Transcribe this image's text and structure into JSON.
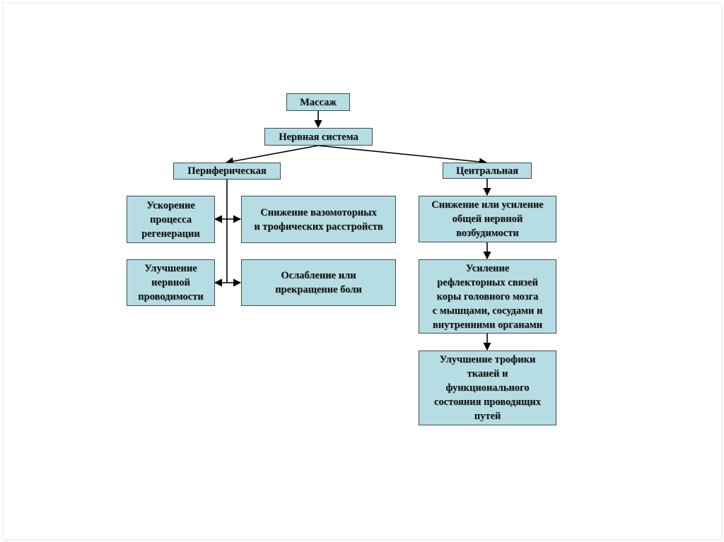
{
  "diagram": {
    "nodes": {
      "massage": "Массаж",
      "nervous_system": "Нервная система",
      "peripheral": "Периферическая",
      "central": "Центральная",
      "regeneration": "Ускорение\nпроцесса\nрегенерации",
      "vasomotor": "Снижение вазомоторных\nи трофических расстройств",
      "conductivity": "Улучшение\nнервной\nпроводимости",
      "pain": "Ослабление или\nпрекращение боли",
      "excitability": "Снижение или усиление\nобщей нервной\nвозбудимости",
      "reflex": "Усиление\nрефлекторных связей\nкоры головного мозга\nс мышцами, сосудами и\nвнутренними органами",
      "trophic": "Улучшение трофики\nтканей и\nфункционального\nсостояния проводящих\nпутей"
    },
    "edges": [
      {
        "from": "massage",
        "to": "nervous_system"
      },
      {
        "from": "nervous_system",
        "to": "peripheral"
      },
      {
        "from": "nervous_system",
        "to": "central"
      },
      {
        "from": "peripheral",
        "to": "regeneration"
      },
      {
        "from": "peripheral",
        "to": "vasomotor"
      },
      {
        "from": "peripheral",
        "to": "conductivity"
      },
      {
        "from": "peripheral",
        "to": "pain"
      },
      {
        "from": "central",
        "to": "excitability"
      },
      {
        "from": "excitability",
        "to": "reflex"
      },
      {
        "from": "reflex",
        "to": "trophic"
      }
    ],
    "colors": {
      "box_fill": "#b7dde4",
      "box_border": "#3f4a4c",
      "line": "#000000"
    }
  }
}
